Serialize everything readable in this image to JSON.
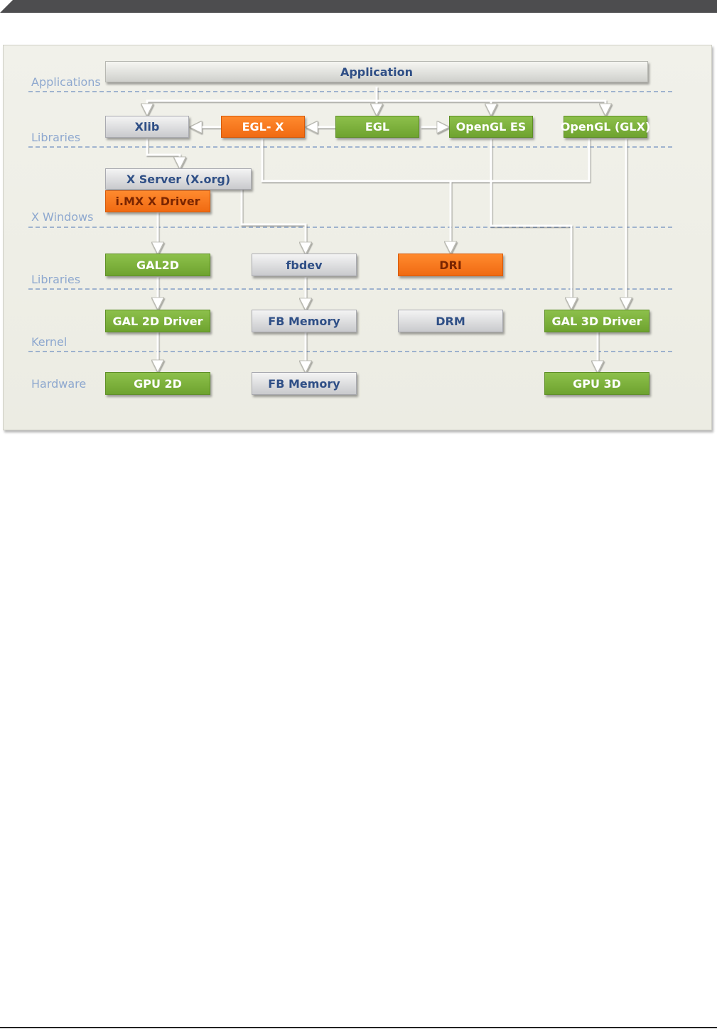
{
  "colors": {
    "green": "#7ab23c",
    "grey": "#d9dadd",
    "orange": "#f7781f",
    "layer_label": "#8ea8cf",
    "divider": "#6f8fc0",
    "connector": "#ffffff"
  },
  "layers": {
    "applications": "Applications",
    "libraries_top": "Libraries",
    "x_windows": "X Windows",
    "libraries_bottom": "Libraries",
    "kernel": "Kernel",
    "hardware": "Hardware"
  },
  "boxes": {
    "application": "Application",
    "xlib": "Xlib",
    "egl_x": "EGL- X",
    "egl": "EGL",
    "opengl_es": "OpenGL ES",
    "opengl_glx": "OpenGL (GLX)",
    "x_server": "X Server (X.org)",
    "imx_x_driver": "i.MX X Driver",
    "gal2d": "GAL2D",
    "fbdev": "fbdev",
    "dri": "DRI",
    "gal_2d_driver": "GAL 2D Driver",
    "fb_memory_kernel": "FB Memory",
    "drm": "DRM",
    "gal_3d_driver": "GAL 3D Driver",
    "gpu_2d": "GPU 2D",
    "fb_memory_hw": "FB Memory",
    "gpu_3d": "GPU 3D"
  }
}
